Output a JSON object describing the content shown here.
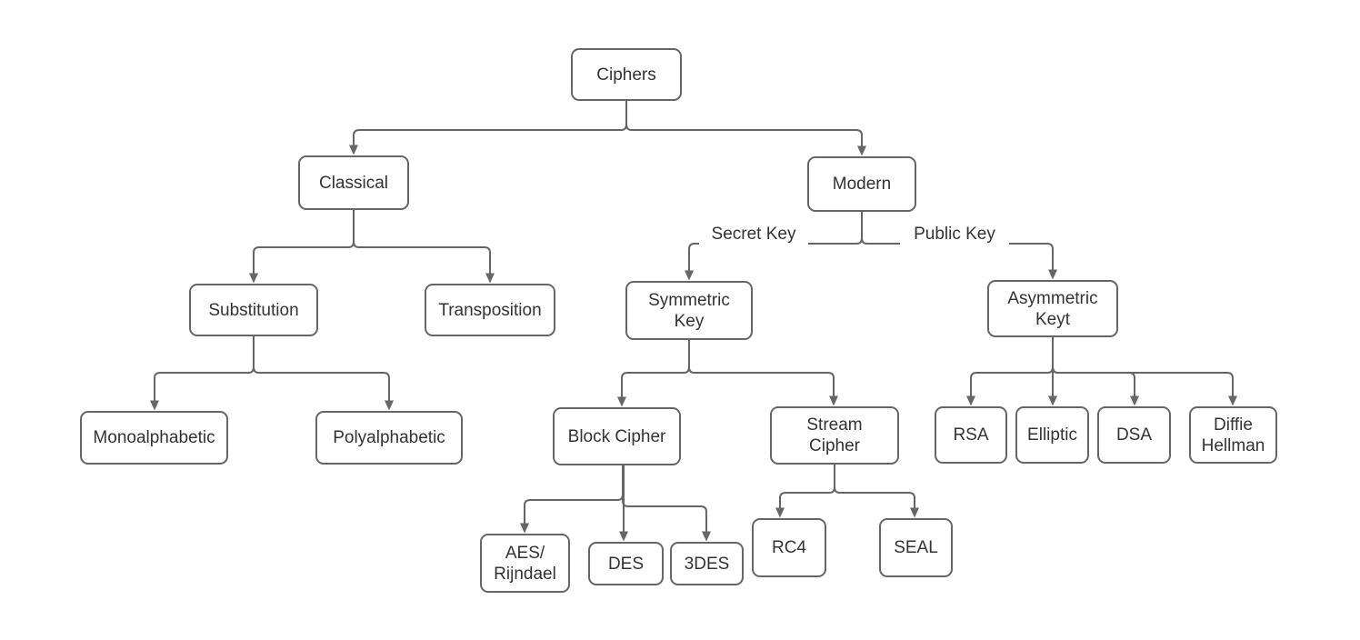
{
  "diagram": {
    "type": "tree",
    "root": "ciphers",
    "nodes": {
      "ciphers": {
        "label": "Ciphers"
      },
      "classical": {
        "label": "Classical"
      },
      "modern": {
        "label": "Modern"
      },
      "substitution": {
        "label": "Substitution"
      },
      "transposition": {
        "label": "Transposition"
      },
      "symmetric_key": {
        "label": "Symmetric\nKey"
      },
      "asymmetric_keyt": {
        "label": "Asymmetric\nKeyt"
      },
      "monoalphabetic": {
        "label": "Monoalphabetic"
      },
      "polyalphabetic": {
        "label": "Polyalphabetic"
      },
      "block_cipher": {
        "label": "Block Cipher"
      },
      "stream_cipher": {
        "label": "Stream\nCipher"
      },
      "rsa": {
        "label": "RSA"
      },
      "elliptic": {
        "label": "Elliptic"
      },
      "dsa": {
        "label": "DSA"
      },
      "diffie_hellman": {
        "label": "Diffie\nHellman"
      },
      "aes_rijndael": {
        "label": "AES/\nRijndael"
      },
      "des": {
        "label": "DES"
      },
      "three_des": {
        "label": "3DES"
      },
      "rc4": {
        "label": "RC4"
      },
      "seal": {
        "label": "SEAL"
      }
    },
    "edge_labels": {
      "secret_key": "Secret Key",
      "public_key": "Public Key"
    },
    "edges": [
      {
        "from": "ciphers",
        "to": "classical"
      },
      {
        "from": "ciphers",
        "to": "modern"
      },
      {
        "from": "classical",
        "to": "substitution"
      },
      {
        "from": "classical",
        "to": "transposition"
      },
      {
        "from": "substitution",
        "to": "monoalphabetic"
      },
      {
        "from": "substitution",
        "to": "polyalphabetic"
      },
      {
        "from": "modern",
        "to": "symmetric_key",
        "label": "Secret Key"
      },
      {
        "from": "modern",
        "to": "asymmetric_keyt",
        "label": "Public Key"
      },
      {
        "from": "symmetric_key",
        "to": "block_cipher"
      },
      {
        "from": "symmetric_key",
        "to": "stream_cipher"
      },
      {
        "from": "asymmetric_keyt",
        "to": "rsa"
      },
      {
        "from": "asymmetric_keyt",
        "to": "elliptic"
      },
      {
        "from": "asymmetric_keyt",
        "to": "dsa"
      },
      {
        "from": "asymmetric_keyt",
        "to": "diffie_hellman"
      },
      {
        "from": "block_cipher",
        "to": "aes_rijndael"
      },
      {
        "from": "block_cipher",
        "to": "des"
      },
      {
        "from": "block_cipher",
        "to": "three_des"
      },
      {
        "from": "stream_cipher",
        "to": "rc4"
      },
      {
        "from": "stream_cipher",
        "to": "seal"
      }
    ],
    "colors": {
      "node_border": "#666666",
      "connector": "#666666",
      "text": "#333333",
      "node_fill": "#ffffff",
      "background": "#ffffff"
    }
  }
}
